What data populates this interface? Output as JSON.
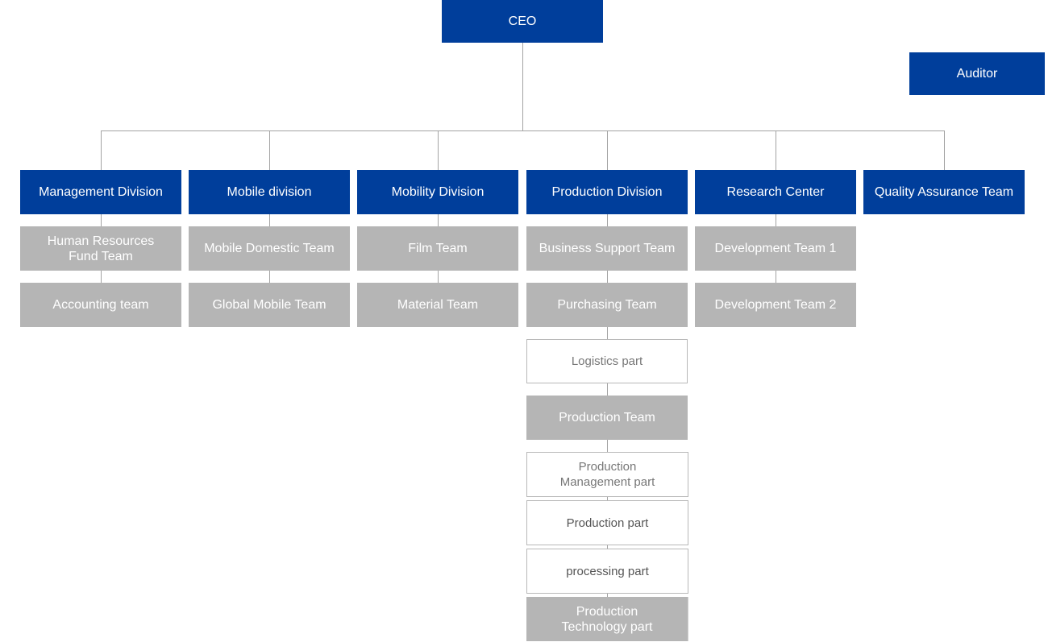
{
  "org_chart": {
    "ceo": "CEO",
    "auditor": "Auditor",
    "divisions": [
      {
        "name": "Management Division",
        "units": [
          "Human Resources\nFund Team",
          "Accounting team"
        ]
      },
      {
        "name": "Mobile division",
        "units": [
          "Mobile Domestic Team",
          "Global Mobile Team"
        ]
      },
      {
        "name": "Mobility Division",
        "units": [
          "Film Team",
          "Material Team"
        ]
      },
      {
        "name": "Production Division",
        "units": [
          "Business Support Team",
          "Purchasing Team",
          "Logistics part",
          "Production Team",
          "Production\nManagement part",
          "Production part",
          "processing part",
          "Production\nTechnology part"
        ]
      },
      {
        "name": "Research Center",
        "units": [
          "Development Team 1",
          "Development Team 2"
        ]
      },
      {
        "name": "Quality Assurance Team",
        "units": []
      }
    ]
  },
  "colors": {
    "division_fill": "#003e9b",
    "team_fill": "#b5b5b5",
    "part_fill": "#ffffff",
    "connector": "#a3a3a3"
  }
}
